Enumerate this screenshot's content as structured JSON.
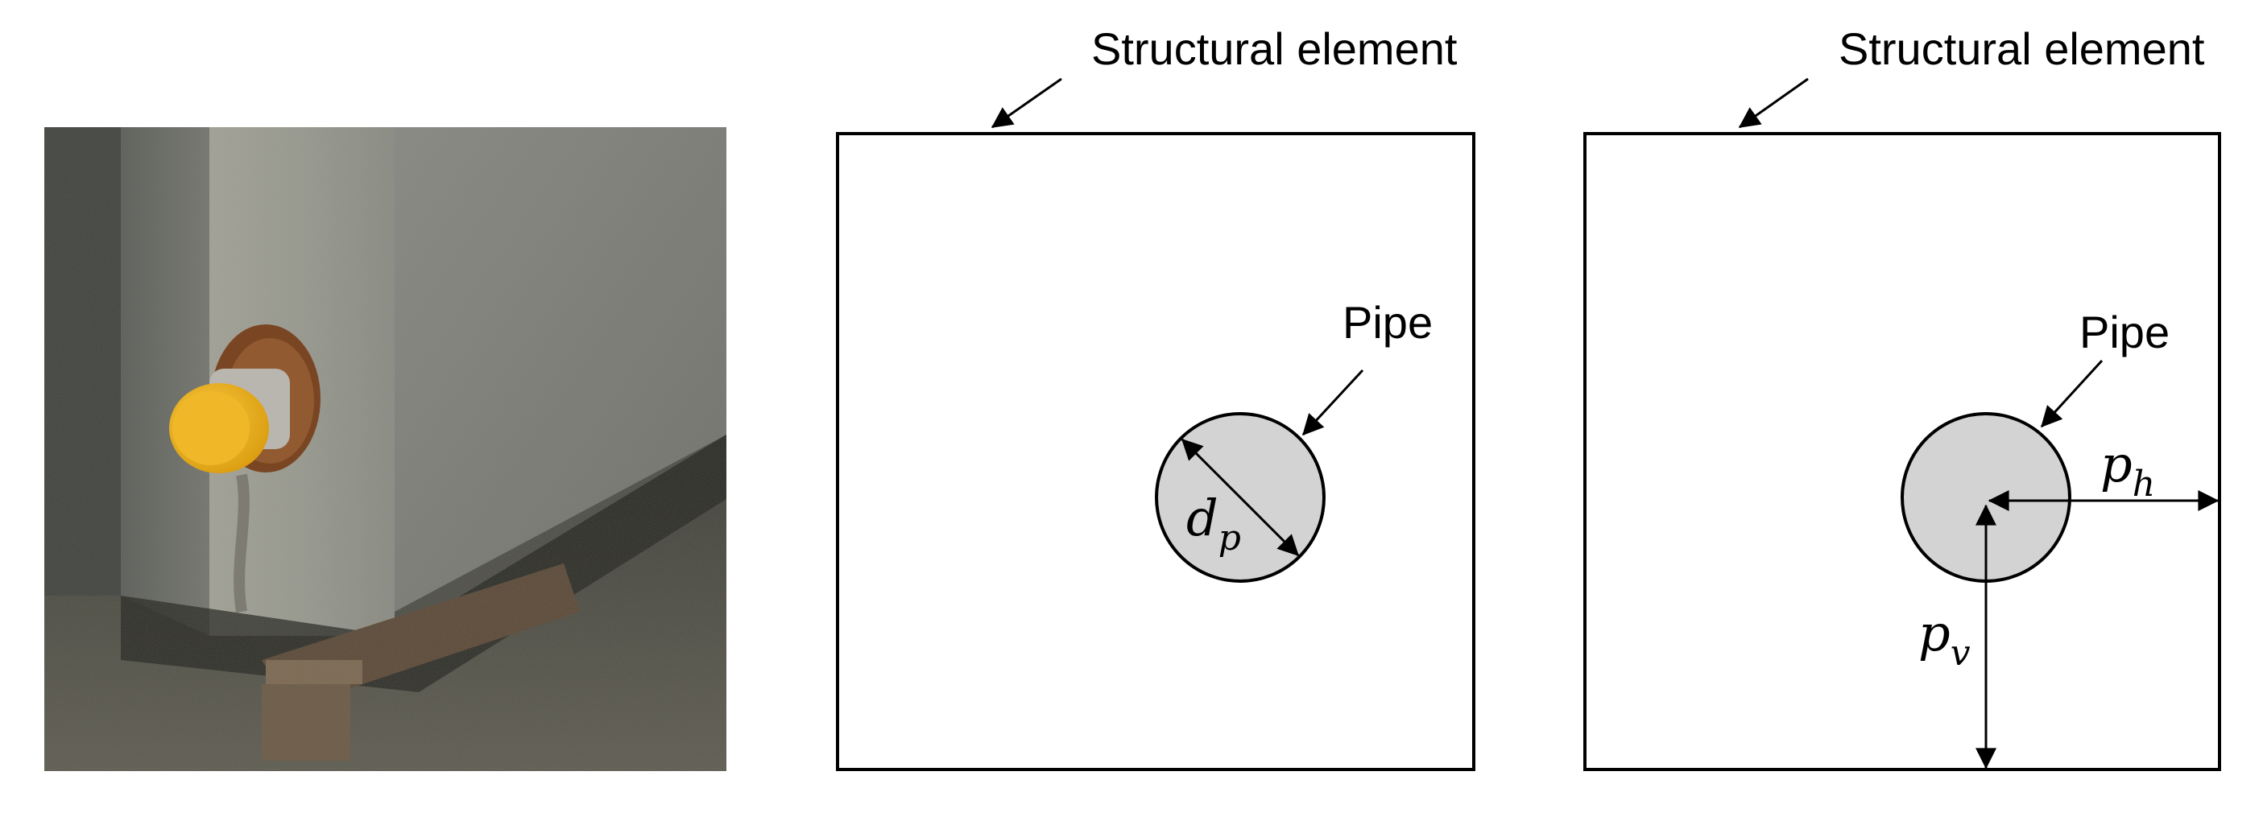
{
  "panels": {
    "middle": {
      "element_label": "Structural element",
      "pipe_label": "Pipe",
      "dimension_main": "d",
      "dimension_sub": "p"
    },
    "right": {
      "element_label": "Structural element",
      "pipe_label": "Pipe",
      "horizontal_main": "p",
      "horizontal_sub": "h",
      "vertical_main": "p",
      "vertical_sub": "v"
    }
  },
  "colors": {
    "pipe_fill": "#d3d3d3",
    "stroke": "#000000",
    "background": "#ffffff"
  }
}
